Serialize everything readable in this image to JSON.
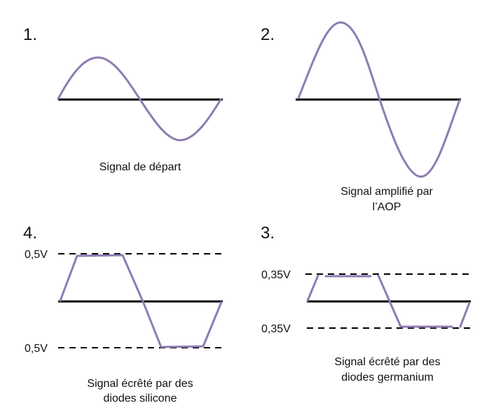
{
  "colors": {
    "signal": "#8e7bb3",
    "axis": "#000000"
  },
  "panels": [
    {
      "number": "1.",
      "caption": [
        "Signal de départ"
      ]
    },
    {
      "number": "2.",
      "caption": [
        "Signal amplifié par",
        "l’AOP"
      ]
    },
    {
      "number": "4.",
      "caption": [
        "Signal écrêté par des",
        "diodes silicone"
      ],
      "levels": {
        "top": "0,5V",
        "bottom": "0,5V"
      }
    },
    {
      "number": "3.",
      "caption": [
        "Signal écrêté par des",
        "diodes germanium"
      ],
      "levels": {
        "top": "0,35V",
        "bottom": "0,35V"
      }
    }
  ]
}
